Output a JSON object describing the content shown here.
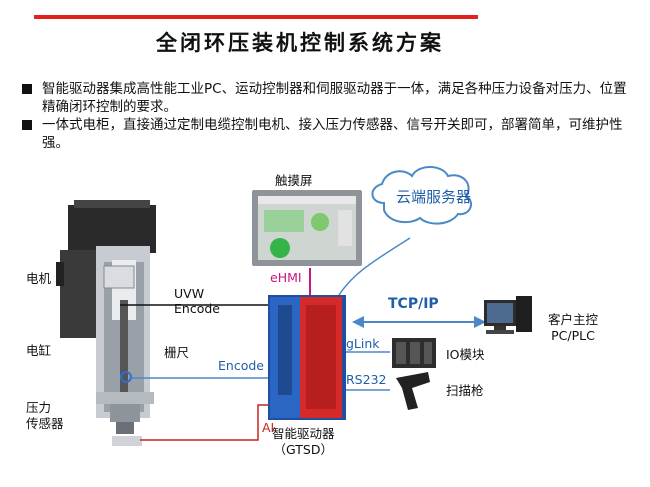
{
  "title": "全闭环压装机控制系统方案",
  "bullets": [
    "智能驱动器集成高性能工业PC、运动控制器和伺服驱动器于一体，满足各种压力设备对压力、位置精确闭环控制的要求。",
    "一体式电柜，直接通过定制电缆控制电机、接入压力传感器、信号开关即可，部署简单，可维护性强。"
  ],
  "labels": {
    "motor": "电机",
    "cylinder": "电缸",
    "pressure_sensor": "压力\n传感器",
    "grating_ruler": "栅尺",
    "uvw": "UVW",
    "encode_top": "Encode",
    "encode_mid": "Encode",
    "ai": "AI",
    "touchscreen": "触摸屏",
    "ehmi": "eHMI",
    "cloud_server": "云端服务器",
    "tcpip": "TCP/IP",
    "client_host": "客户主控\nPC/PLC",
    "glink": "gLink",
    "io_module": "IO模块",
    "rs232": "RS232",
    "scanner": "扫描枪",
    "driver_name": "智能驱动器\n（GTSD）"
  },
  "colors": {
    "accent_red": "#e0231b",
    "blue": "#1f5fa8",
    "line_blue": "#4a88c8",
    "magenta": "#c71585",
    "ai_red": "#c9241c"
  }
}
